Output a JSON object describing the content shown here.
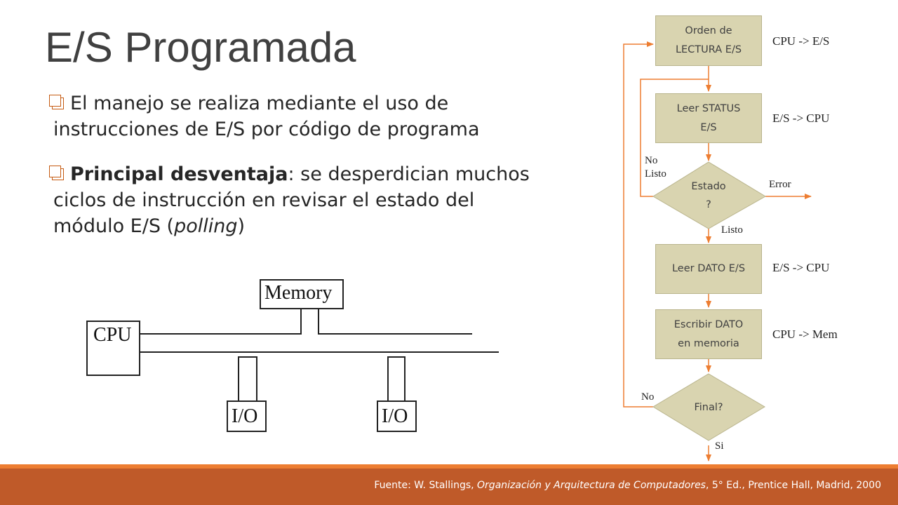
{
  "title": "E/S Programada",
  "bullets": [
    {
      "lines": [
        "El manejo se realiza mediante el uso de",
        "instrucciones de E/S por código de programa"
      ]
    },
    {
      "bold": "Principal desventaja",
      "line1_rest": ": se desperdician muchos",
      "line2": "ciclos de instrucción en revisar el estado del",
      "line3_pre": "módulo E/S (",
      "line3_italic": "polling",
      "line3_post": ")"
    }
  ],
  "hardware": {
    "memory": "Memory",
    "cpu": "CPU",
    "io1": "I/O",
    "io2": "I/O"
  },
  "flowchart": {
    "steps": [
      {
        "line1": "Orden de",
        "line2": "LECTURA E/S",
        "side": "CPU -> E/S"
      },
      {
        "line1": "Leer STATUS",
        "line2": "E/S",
        "side": "E/S -> CPU"
      },
      {
        "line1": "Leer DATO E/S",
        "side": "E/S -> CPU"
      },
      {
        "line1": "Escribir DATO",
        "line2": "en memoria",
        "side": "CPU -> Mem"
      }
    ],
    "decision_estado": {
      "line1": "Estado",
      "line2": "?",
      "not_ready_1": "No",
      "not_ready_2": "Listo",
      "error": "Error",
      "ready": "Listo"
    },
    "decision_final": {
      "label": "Final?",
      "no": "No",
      "yes": "Si"
    }
  },
  "footer": {
    "pre": "Fuente: W. Stallings, ",
    "italic": "Organización y Arquitectura de Computadores",
    "post": ", 5° Ed., Prentice Hall, Madrid, 2000"
  },
  "colors": {
    "accent": "#ed7d31",
    "footer_bg": "#bf5a29",
    "flow_box": "#d9d4b0",
    "title": "#404040"
  }
}
